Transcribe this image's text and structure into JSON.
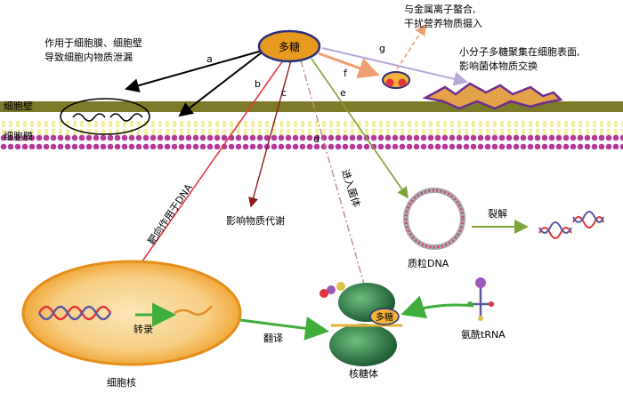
{
  "center_label": "多糖",
  "structures": {
    "cell_wall": "细胞壁",
    "cell_membrane": "细胞膜",
    "nucleus": "细胞核",
    "ribosome": "核糖体",
    "plasmid": "质粒DNA",
    "trna": "氨酰tRNA"
  },
  "annotations": {
    "leak_line1": "作用于细胞膜、细胞壁",
    "leak_line2": "导致细胞内物质泄漏",
    "chelate_line1": "与金属离子螯合,",
    "chelate_line2": "干扰营养物质摄入",
    "aggregate_line1": "小分子多糖聚集在细胞表面,",
    "aggregate_line2": "影响菌体物质交换",
    "metabolism": "影响物质代谢",
    "target_dna": "靶向作用于DNA",
    "enter_cell": "进入菌体",
    "cleave": "裂解",
    "transcription": "转录",
    "translation": "翻译",
    "ribosome_polysaccharide": "多糖"
  },
  "pathway_letters": [
    "a",
    "b",
    "c",
    "d",
    "e",
    "f",
    "g"
  ],
  "colors": {
    "wall": "#7d7a2a",
    "membrane": "#b3399b",
    "center_fill": "#e79a1e",
    "center_stroke": "#2b2f7f",
    "red_arrow": "#e5383b",
    "dark_red_arrow": "#8b1a1a",
    "green_arrow": "#7ea33a",
    "translation_arrow": "#3fae3a",
    "nucleus_outer": "#f3b24a",
    "nucleus_inner": "#f7d9a0",
    "ribosome": "#2f7d4a"
  }
}
